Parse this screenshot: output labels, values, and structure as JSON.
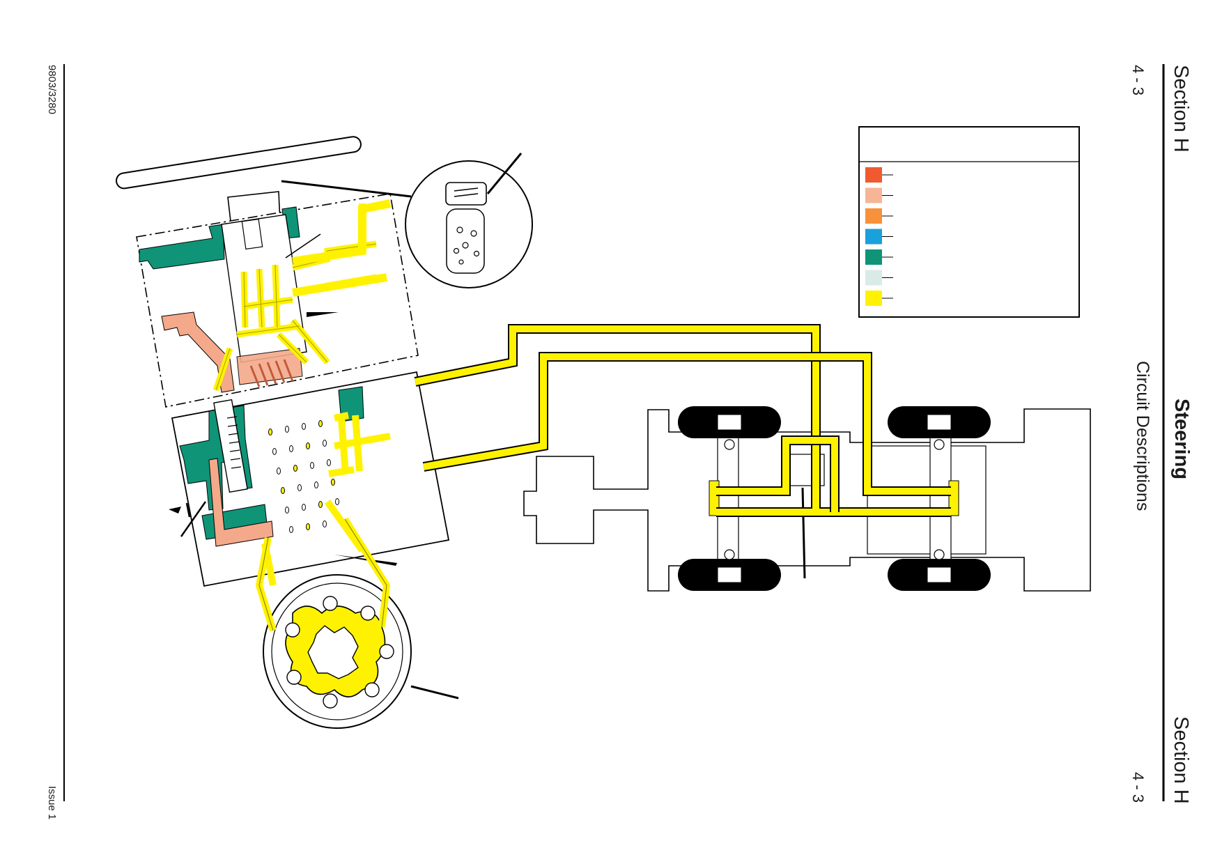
{
  "header": {
    "section_top": "Section H",
    "page_top": "4 - 3",
    "title": "Steering",
    "subtitle": "Circuit Descriptions",
    "section_bottom": "Section H",
    "page_bottom": "4 - 3"
  },
  "footer": {
    "doc_number": "9803/3280",
    "issue": "Issue 1"
  },
  "legend": {
    "swatches": [
      {
        "color": "#f05a30"
      },
      {
        "color": "#f7b597"
      },
      {
        "color": "#f7923a"
      },
      {
        "color": "#1aa1dc"
      },
      {
        "color": "#0f9478"
      },
      {
        "color": "#d9ebe7"
      },
      {
        "color": "#fff200"
      }
    ]
  },
  "colors": {
    "yellow": "#fff200",
    "green": "#0f9478",
    "salmon": "#f4a98a",
    "black": "#000000"
  }
}
